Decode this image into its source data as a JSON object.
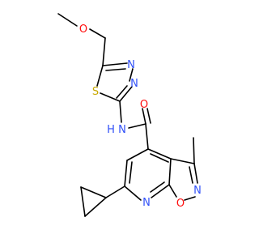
{
  "molecule": {
    "colors": {
      "bond": "#000000",
      "carbon": "#000000",
      "oxygen": "#ff0d0d",
      "nitrogen": "#3050f8",
      "sulfur": "#c8a800"
    },
    "atom_labels": {
      "methoxy_oxygen": "O",
      "thiadiazole_n3": "N",
      "thiadiazole_n4": "N",
      "thiadiazole_sulfur": "S",
      "amide_nitrogen": "N",
      "amide_hydrogen": "H",
      "carbonyl_oxygen": "O",
      "isoxazole_nitrogen": "N",
      "pyridine_nitrogen": "N",
      "isoxazole_oxygen": "O"
    }
  }
}
